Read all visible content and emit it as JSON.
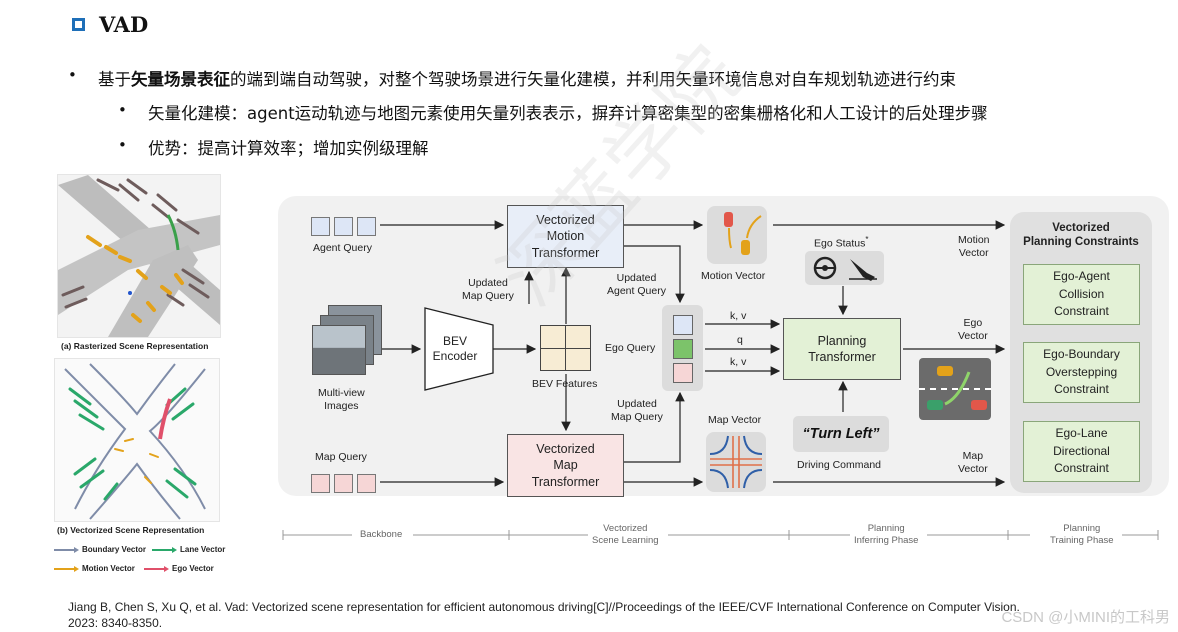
{
  "title": "VAD",
  "bullets": {
    "main_prefix": "基于",
    "main_bold": "矢量场景表征",
    "main_suffix": "的端到端自动驾驶，对整个驾驶场景进行矢量化建模，并利用矢量环境信息对自车规划轨迹进行约束",
    "sub1": "矢量化建模：agent运动轨迹与地图元素使用矢量列表表示，摒弃计算密集型的密集栅格化和人工设计的后处理步骤",
    "sub2": "优势：提高计算效率；增加实例级理解"
  },
  "left_figure": {
    "caption_a": "(a) Rasterized Scene Representation",
    "caption_b": "(b) Vectorized Scene Representation",
    "legend": {
      "boundary": "Boundary Vector",
      "lane": "Lane Vector",
      "motion": "Motion Vector",
      "ego": "Ego Vector"
    }
  },
  "diagram": {
    "agent_query": "Agent Query",
    "map_query": "Map Query",
    "multiview": "Multi-view\nImages",
    "bev_encoder": "BEV\nEncoder",
    "bev_features": "BEV Features",
    "motion_transformer": "Vectorized\nMotion\nTransformer",
    "map_transformer": "Vectorized\nMap\nTransformer",
    "updated_map_query_top": "Updated\nMap Query",
    "updated_agent_query": "Updated\nAgent Query",
    "updated_map_query_bottom": "Updated\nMap Query",
    "motion_vector_caption": "Motion Vector",
    "map_vector_caption": "Map Vector",
    "ego_query": "Ego Query",
    "kv_top": "k, v",
    "q": "q",
    "kv_bottom": "k, v",
    "ego_status": "Ego Status",
    "ego_status_star": "*",
    "planning_transformer": "Planning\nTransformer",
    "turn_left": "“Turn Left”",
    "driving_command": "Driving Command",
    "out_motion_vector": "Motion\nVector",
    "out_ego_vector": "Ego\nVector",
    "out_map_vector": "Map\nVector",
    "constraints_title": "Vectorized\nPlanning Constraints",
    "constraint1": "Ego-Agent\nCollision\nConstraint",
    "constraint2": "Ego-Boundary\nOverstepping\nConstraint",
    "constraint3": "Ego-Lane\nDirectional\nConstraint",
    "phase_backbone": "Backbone",
    "phase_scene": "Vectorized\nScene Learning",
    "phase_inferring": "Planning\nInferring Phase",
    "phase_training": "Planning\nTraining Phase"
  },
  "watermark_center": "深蓝学院",
  "citation": "Jiang B, Chen S, Xu Q, et al. Vad: Vectorized scene representation for efficient autonomous driving[C]//Proceedings of the IEEE/CVF International Conference on Computer Vision.\n2023: 8340-8350.",
  "watermark_csdn": "CSDN @小MINI的工科男",
  "colors": {
    "accent": "#1e6fb8",
    "motion_box": "#e8eef8",
    "map_box": "#f9e4e4",
    "constraint_box": "#e3f1d6",
    "ego_query_green": "#7cc36a",
    "agent_query_blue": "#dde6f6",
    "map_query_pink": "#f6d6d6"
  }
}
